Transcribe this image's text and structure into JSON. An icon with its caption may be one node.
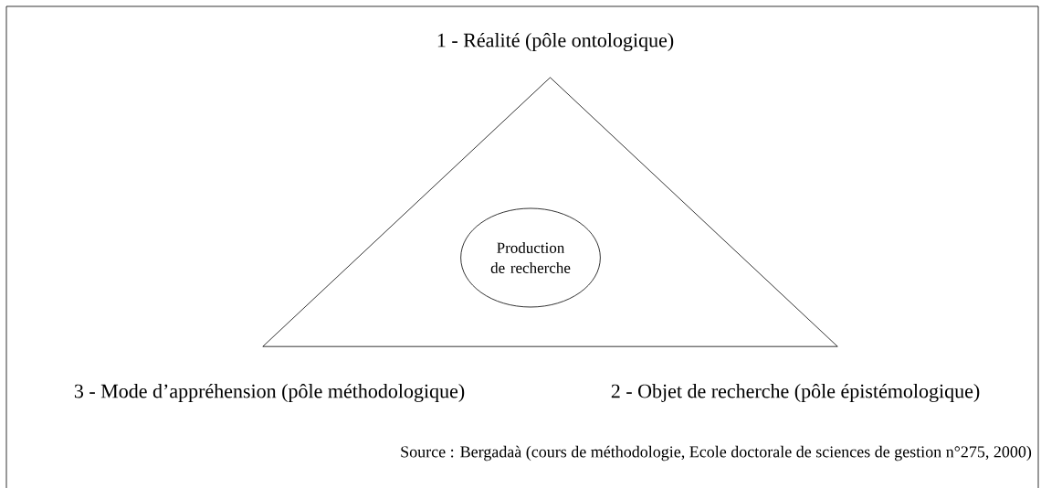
{
  "diagram": {
    "caption": "Source : Bergadaà (cours de méthodologie, Ecole doctorale de sciences de gestion n°275, 2000)",
    "nodes": [
      {
        "text": [],
        "shape": "triangle",
        "beside": [
          "1 - Réalité (pôle ontologique)",
          "2 - Objet de recherche (pôle épistémologique)",
          "3 - Mode d’appréhension (pôle méthodologique)"
        ]
      },
      {
        "text": [
          "Production de recherche"
        ],
        "in": 0
      }
    ]
  }
}
